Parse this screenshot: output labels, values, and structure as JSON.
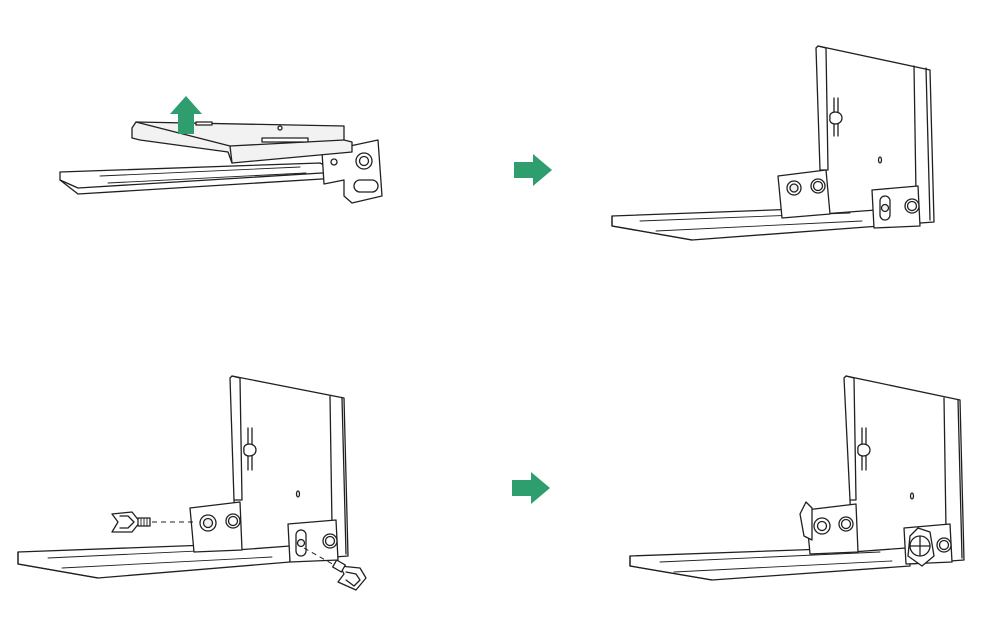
{
  "colors": {
    "line": "#231f20",
    "accent_arrow": "#2e9e6f",
    "background": "#ffffff"
  },
  "steps": [
    {
      "id": "step-1",
      "action": "lift-top-plate",
      "icon": "up-arrow-icon"
    },
    {
      "id": "step-2",
      "action": "result-vertical-bracket"
    },
    {
      "id": "step-3",
      "action": "insert-thumb-screws",
      "icon": "thumb-screw-icon"
    },
    {
      "id": "step-4",
      "action": "result-screws-tightened"
    }
  ],
  "flow_icons": [
    "right-arrow-icon",
    "right-arrow-icon"
  ]
}
